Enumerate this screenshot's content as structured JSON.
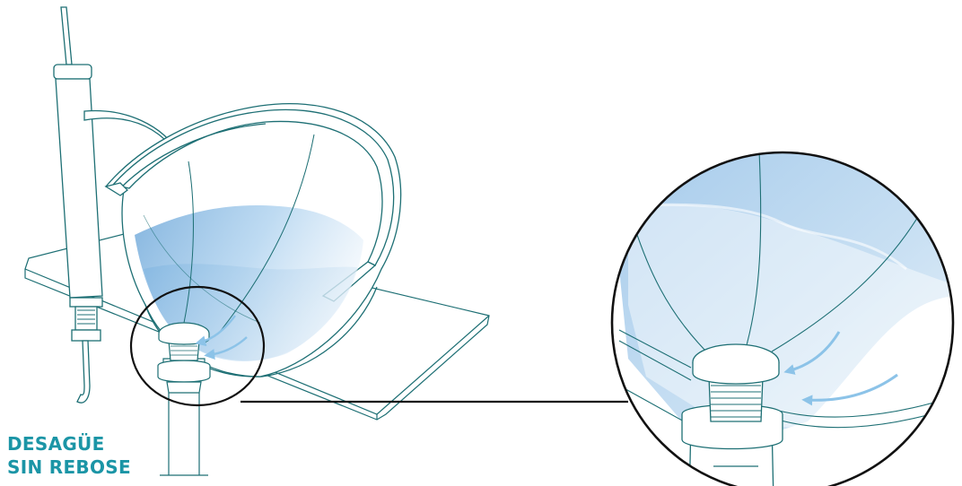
{
  "label": {
    "line1": "DESAGÜE",
    "line2": "SIN REBOSE"
  },
  "colors": {
    "outline": "#1d6f74",
    "label": "#1b95a6",
    "water_dark": "#7fb7e0",
    "water_light": "#e6f1fa",
    "arrow": "#8cc3e8",
    "callout": "#111111"
  },
  "icons": [
    "sink-drawing",
    "faucet-drawing",
    "drain-detail-magnifier"
  ]
}
